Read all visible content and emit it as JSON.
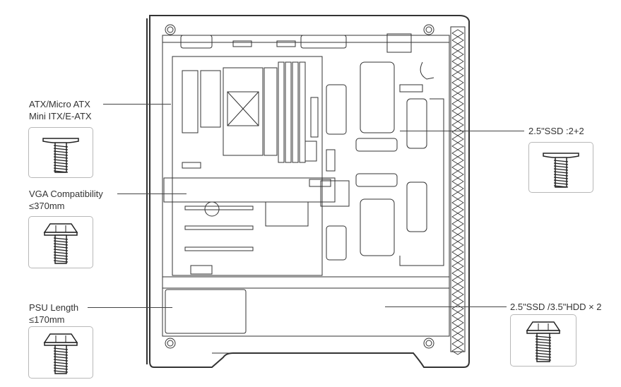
{
  "labels": {
    "motherboard": {
      "line1": "ATX/Micro ATX",
      "line2": "Mini ITX/E-ATX"
    },
    "vga": {
      "line1": "VGA Compatibility",
      "line2": "≤370mm"
    },
    "psu": {
      "line1": "PSU Length",
      "line2": "≤170mm"
    },
    "ssd": "2.5\"SSD :2+2",
    "hdd": "2.5\"SSD /3.5\"HDD × 2"
  },
  "icons": {
    "motherboard_screw": "motherboard-screw-icon",
    "vga_screw": "vga-screw-icon",
    "psu_screw": "psu-screw-icon",
    "ssd_screw": "ssd-screw-icon",
    "hdd_screw": "hdd-screw-icon"
  },
  "colors": {
    "line": "#333333",
    "text": "#333333",
    "box_border": "#b8b8b8"
  }
}
